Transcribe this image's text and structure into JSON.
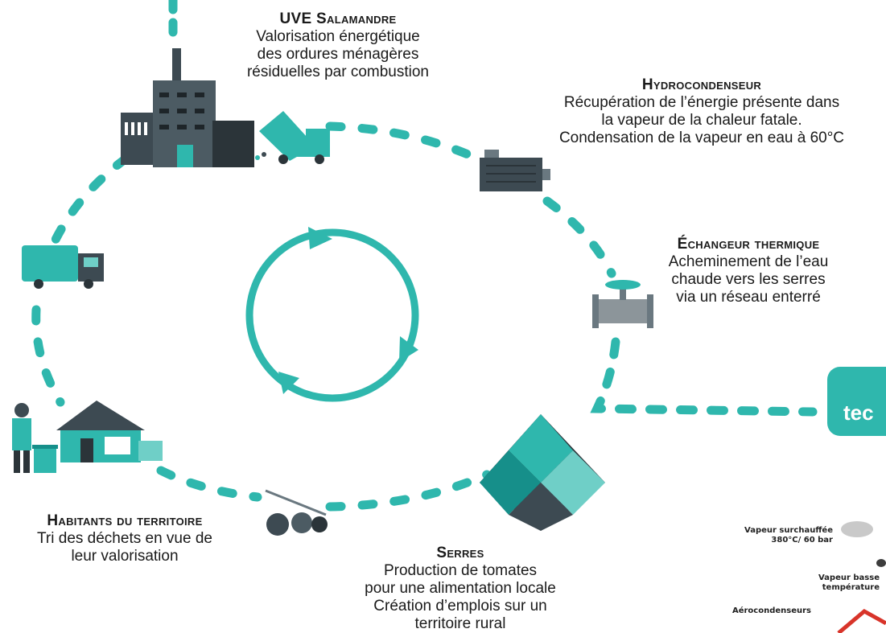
{
  "nodes": {
    "uve": {
      "title": "UVE Salamandre",
      "lines": [
        "Valorisation énergétique",
        "des ordures ménagères",
        "résiduelles par combustion"
      ]
    },
    "hydro": {
      "title": "Hydrocondenseur",
      "lines": [
        "Récupération de l’énergie présente dans",
        "la vapeur de la chaleur fatale.",
        "Condensation de la vapeur en eau à 60°C"
      ]
    },
    "echangeur": {
      "title": "Échangeur thermique",
      "lines": [
        "Acheminement de l’eau",
        "chaude vers les serres",
        "via un réseau enterré"
      ]
    },
    "habitants": {
      "title": "Habitants du territoire",
      "lines": [
        "Tri des déchets en vue de",
        "leur valorisation"
      ]
    },
    "serres": {
      "title": "Serres",
      "lines": [
        "Production de tomates",
        "pour une alimentation locale",
        "Création d’emplois sur un",
        "territoire rural"
      ]
    }
  },
  "side_tab": {
    "text": "tec"
  },
  "inset": {
    "vapeur_surchauffee": [
      "Vapeur surchauffée",
      "380°C/ 60 bar"
    ],
    "vapeur_basse": [
      "Vapeur basse",
      "température"
    ],
    "aerocondenseurs": "Aérocondenseurs"
  },
  "colors": {
    "teal": "#2fb7ad",
    "dark": "#3d4a52",
    "gray": "#6a7880"
  },
  "icons": [
    "factory-icon",
    "dump-truck-icon",
    "hydrocondenser-icon",
    "valve-icon",
    "greenhouse-icon",
    "tomato-branch-icon",
    "house-icon",
    "person-recycling-icon",
    "garbage-truck-icon",
    "cycle-arrows-icon"
  ]
}
